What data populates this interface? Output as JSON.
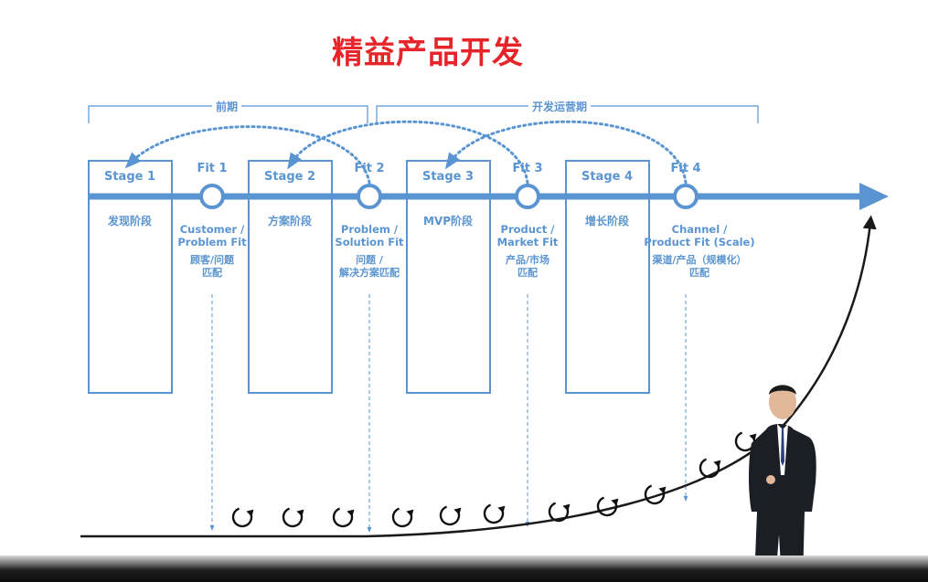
{
  "title": "精益产品开发",
  "phases": [
    {
      "label": "前期"
    },
    {
      "label": "开发运营期"
    }
  ],
  "stages": [
    {
      "title": "Stage 1",
      "cn": "发现阶段"
    },
    {
      "title": "Stage 2",
      "cn": "方案阶段"
    },
    {
      "title": "Stage 3",
      "cn": "MVP阶段"
    },
    {
      "title": "Stage 4",
      "cn": "增长阶段"
    }
  ],
  "fits": [
    {
      "label": "Fit 1",
      "en": [
        "Customer /",
        "Problem Fit"
      ],
      "cn": [
        "顾客/问题",
        "匹配"
      ]
    },
    {
      "label": "Fit 2",
      "en": [
        "Problem /",
        "Solution Fit"
      ],
      "cn": [
        "问题 /",
        "解决方案匹配"
      ]
    },
    {
      "label": "Fit 3",
      "en": [
        "Product /",
        "Market Fit"
      ],
      "cn": [
        "产品/市场",
        "匹配"
      ]
    },
    {
      "label": "Fit 4",
      "en": [
        "Channel /",
        "Product Fit (Scale)"
      ],
      "cn": [
        "渠道/产品（规模化）",
        "匹配"
      ]
    }
  ],
  "colors": {
    "accent": "#5b95d1",
    "title": "#e8242b",
    "curve": "#1a1a1a"
  },
  "icons": [
    "arrow-right-icon",
    "cycle-icon",
    "fit-node-icon"
  ]
}
